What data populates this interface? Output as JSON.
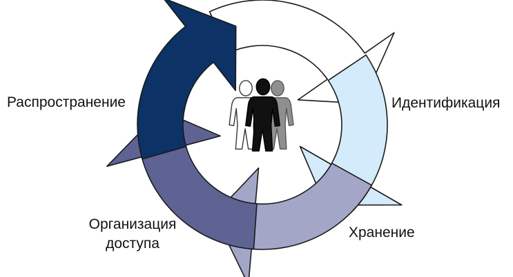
{
  "labels": {
    "distribution": "Распространение",
    "identification": "Идентификация",
    "storage": "Хранение",
    "access_line1": "Организация",
    "access_line2": "доступа"
  },
  "colors": {
    "arrow_top": "#ffffff",
    "arrow_identification": "#d3ebfb",
    "arrow_storage": "#a4a6c8",
    "arrow_access": "#5f6393",
    "arrow_distribution": "#0c3266",
    "outline": "#1a1a1a",
    "person_white": "#ffffff",
    "person_black": "#111111",
    "person_gray": "#8f8f8f"
  },
  "icons": {
    "center": "people-group-icon"
  }
}
